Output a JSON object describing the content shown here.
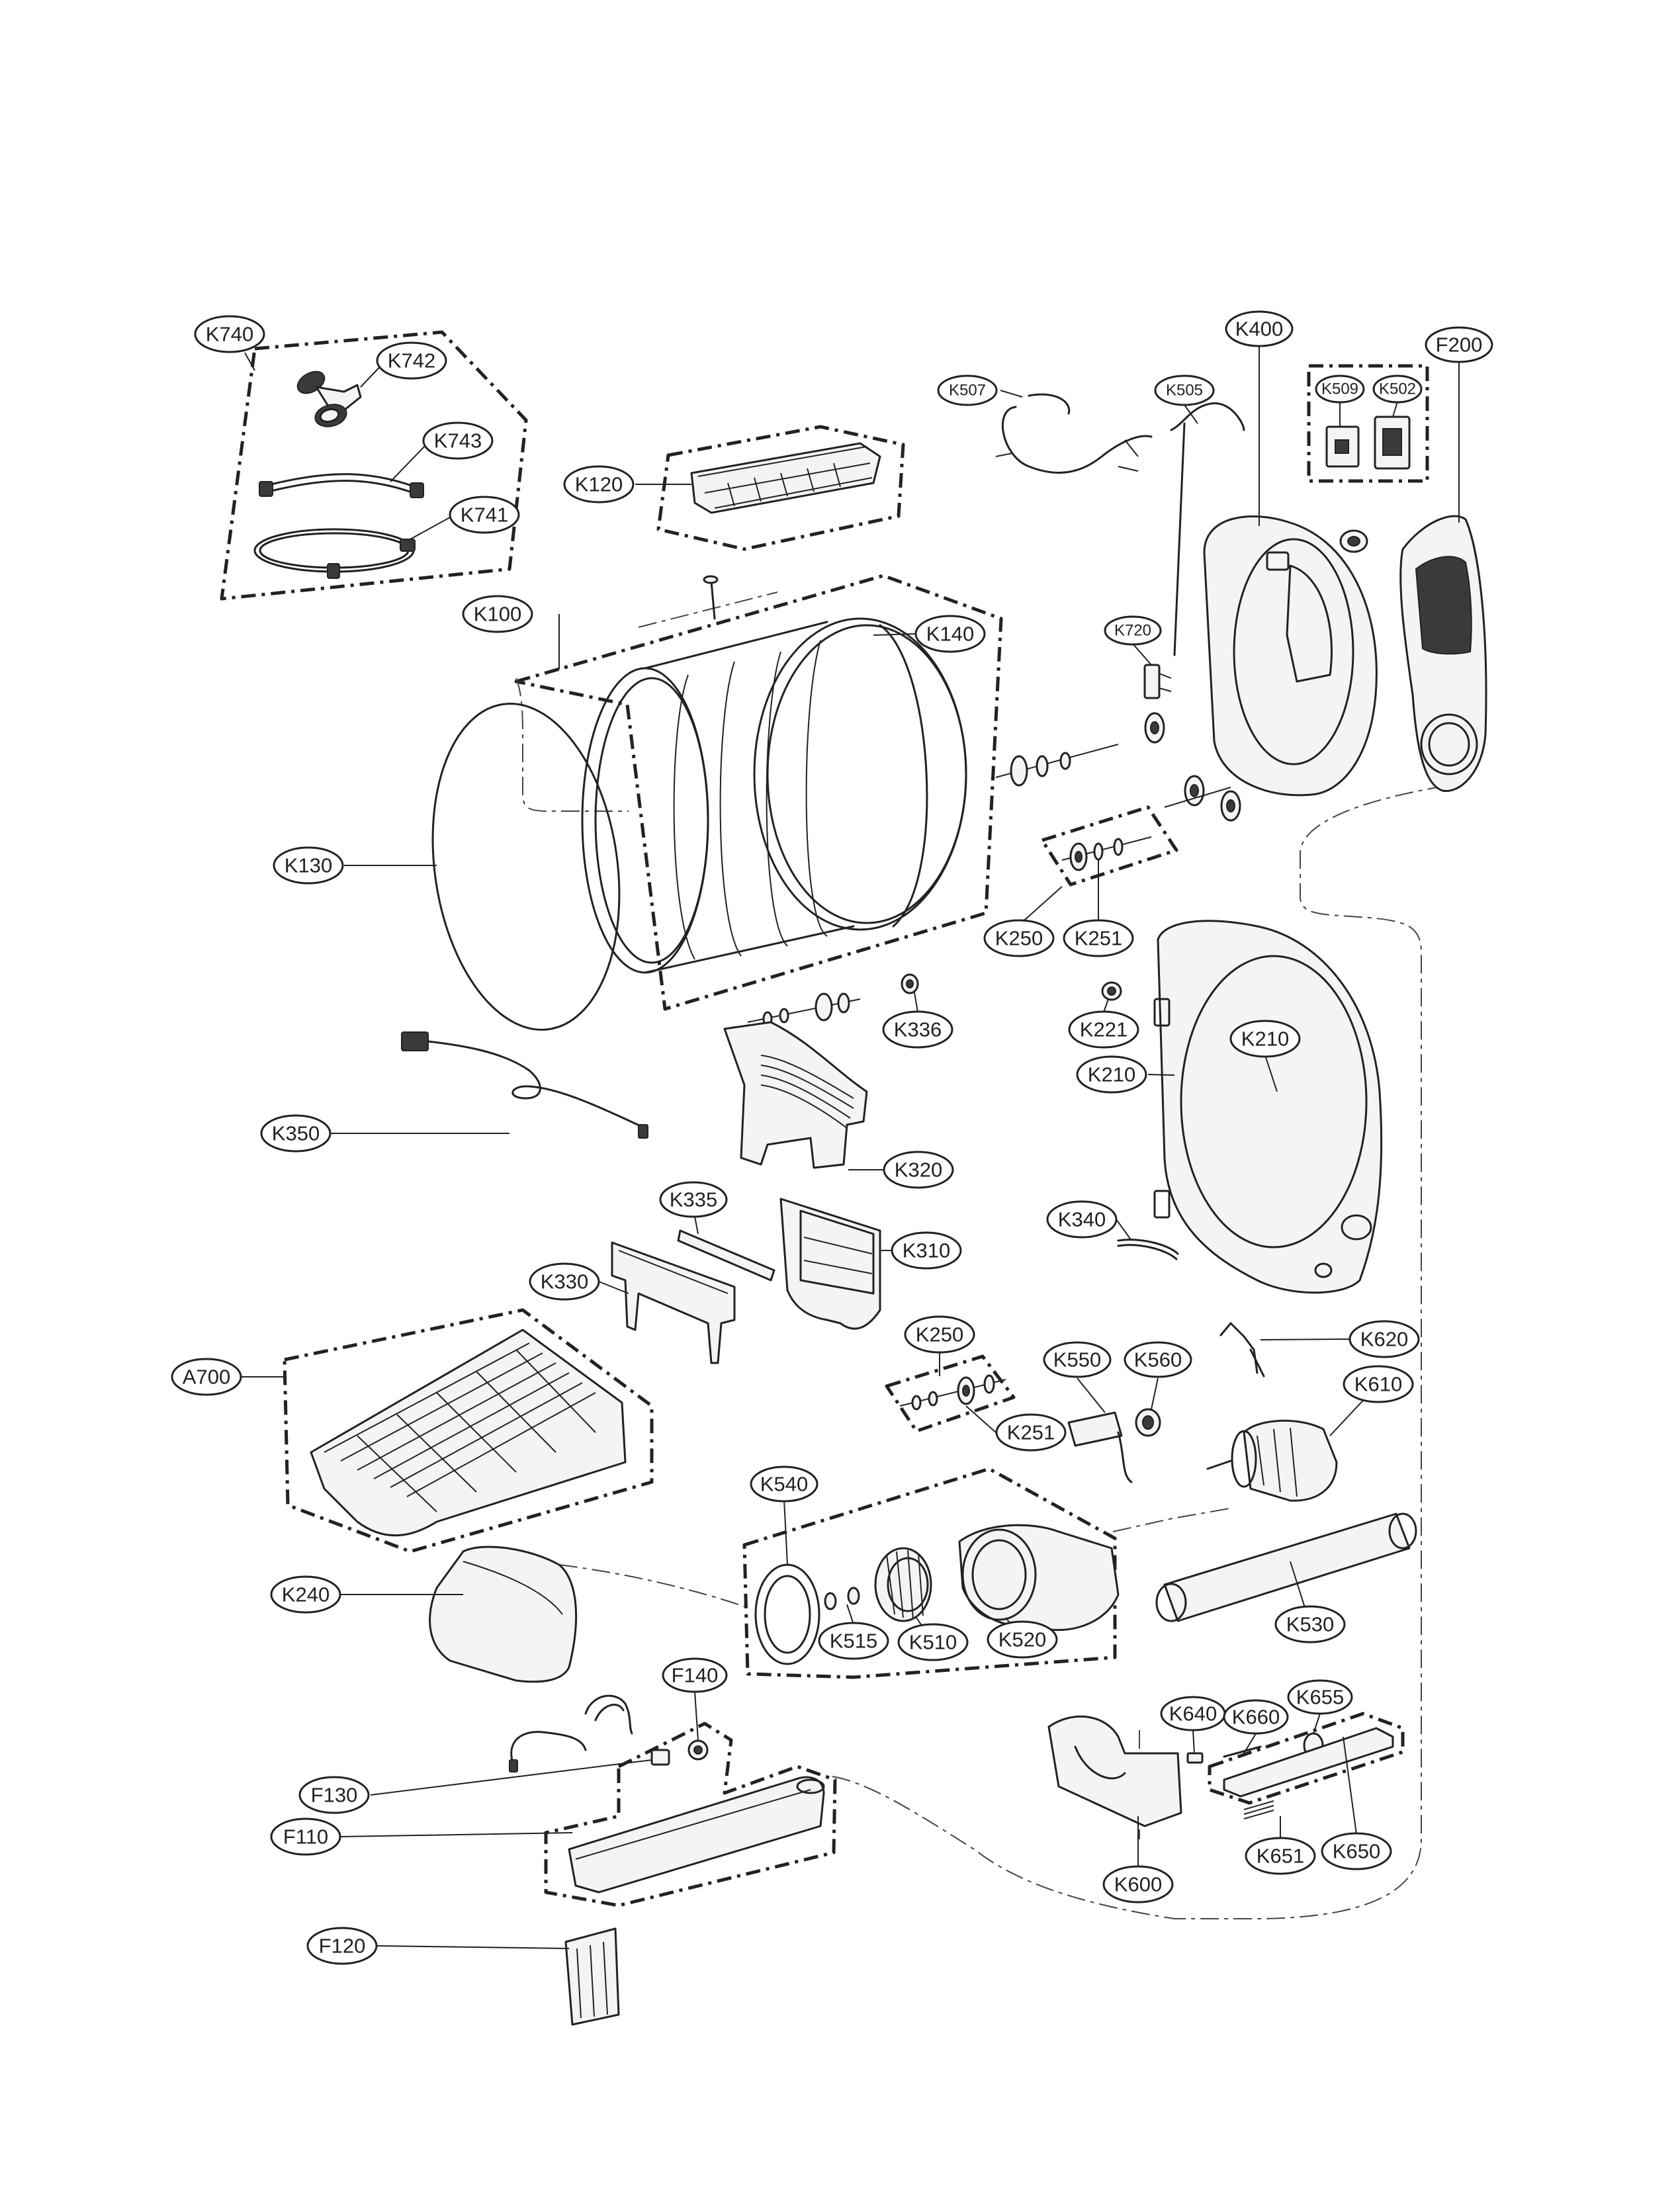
{
  "labels": {
    "K740": "K740",
    "K742": "K742",
    "K743": "K743",
    "K741": "K741",
    "K120": "K120",
    "K100": "K100",
    "K140": "K140",
    "K130": "K130",
    "K507": "K507",
    "K505": "K505",
    "K400": "K400",
    "K509": "K509",
    "K502": "K502",
    "F200": "F200",
    "K720": "K720",
    "K250a": "K250",
    "K251a": "K251",
    "K336": "K336",
    "K221": "K221",
    "K210a": "K210",
    "K210b": "K210",
    "K350": "K350",
    "K320": "K320",
    "K335": "K335",
    "K310": "K310",
    "K330": "K330",
    "K340": "K340",
    "A700": "A700",
    "K250b": "K250",
    "K251b": "K251",
    "K550": "K550",
    "K560": "K560",
    "K620": "K620",
    "K610": "K610",
    "K540": "K540",
    "K515": "K515",
    "K510": "K510",
    "K520": "K520",
    "K530": "K530",
    "K240": "K240",
    "F140": "F140",
    "F130": "F130",
    "F110": "F110",
    "F120": "F120",
    "K640": "K640",
    "K660": "K660",
    "K655": "K655",
    "K600": "K600",
    "K651": "K651",
    "K650": "K650"
  }
}
